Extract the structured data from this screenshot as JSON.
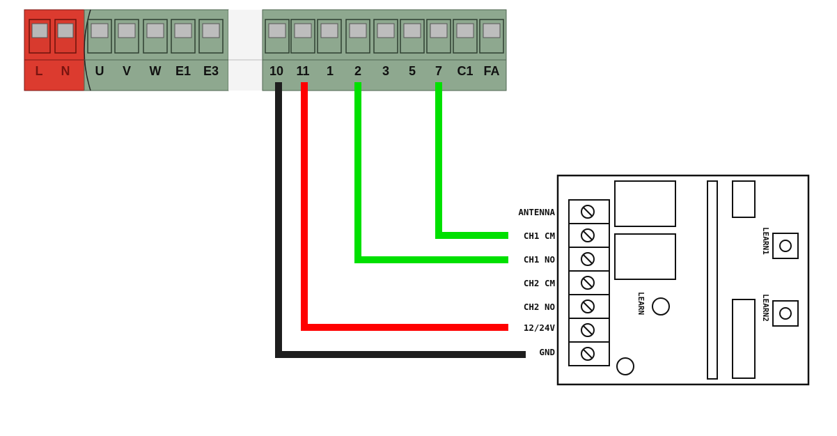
{
  "colors": {
    "power_block": "#dc3b2f",
    "terminal_block": "#8ea88f",
    "wire_black": "#1e1e1e",
    "wire_red": "#ff0000",
    "wire_green": "#00e000"
  },
  "power_terminals": [
    "L",
    "N"
  ],
  "motor_terminals": [
    "U",
    "V",
    "W",
    "E1",
    "E3"
  ],
  "control_terminals": [
    "10",
    "11",
    "1",
    "2",
    "3",
    "5",
    "7",
    "C1",
    "FA"
  ],
  "receiver": {
    "terminals": [
      "ANTENNA",
      "CH1 CM",
      "CH1 NO",
      "CH2 CM",
      "CH2 NO",
      "12/24V",
      "GND"
    ],
    "buttons": [
      "LEARN",
      "LEARN1",
      "LEARN2"
    ]
  },
  "wires": [
    {
      "from": "10",
      "to": "GND",
      "color": "black"
    },
    {
      "from": "11",
      "to": "12/24V",
      "color": "red"
    },
    {
      "from": "2",
      "to": "CH1 NO",
      "color": "green"
    },
    {
      "from": "7",
      "to": "CH1 CM",
      "color": "green"
    }
  ]
}
